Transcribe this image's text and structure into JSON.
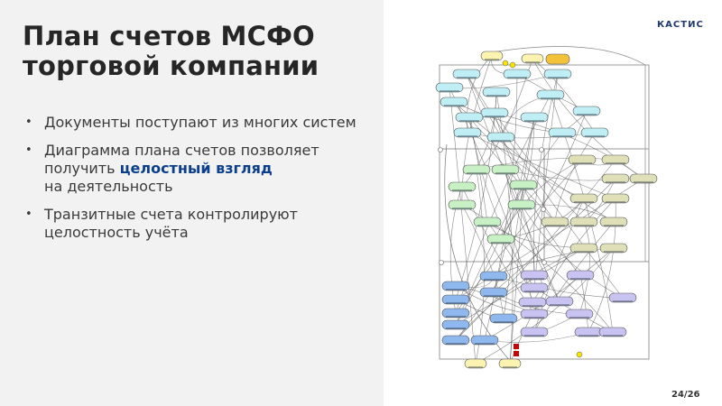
{
  "slide": {
    "title_line1": "План счетов МСФО",
    "title_line2": "торговой компании",
    "bullets": [
      {
        "text": "Документы поступают из многих систем"
      },
      {
        "text_before": "Диаграмма плана счетов позволяет получить ",
        "highlight": "целостный взгляд",
        "text_after": " на деятельность"
      },
      {
        "text": "Транзитные счета контролируют целостность учёта"
      }
    ],
    "bullet_glyph": "•",
    "highlight_color": "#0b3f8c",
    "page_number": "24/26"
  },
  "brand": {
    "logo_text": "КАСТИС",
    "color": "#1f3a6e"
  },
  "diagram": {
    "description_icon": "chart-of-accounts-flow-diagram",
    "node_colors": {
      "source": "#fdf3b0",
      "treasury": "#bfeef5",
      "cost": "#c7f0c4",
      "retail": "#dfe0b8",
      "settlements_blue": "#8fb8ee",
      "settlements_purple": "#c9c3f2",
      "marker_red": "#cc0000",
      "marker_yellow": "#f5e400"
    }
  }
}
